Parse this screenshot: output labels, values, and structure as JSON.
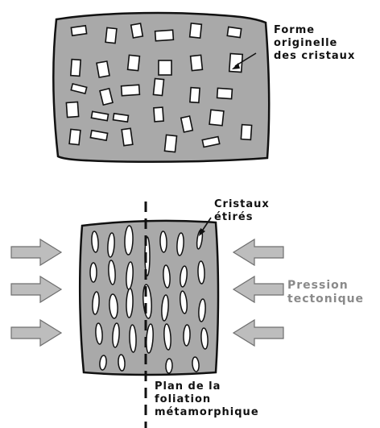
{
  "labels": {
    "forme": [
      "Forme",
      "originelle",
      "des cristaux"
    ],
    "cristaux": [
      "Cristaux",
      "étirés"
    ],
    "pression": [
      "Pression",
      "tectonique"
    ],
    "plan": [
      "Plan de la",
      "foliation",
      "métamorphique"
    ]
  },
  "colors": {
    "rock_fill": "#a9a9a9",
    "crystal_fill": "#ffffff",
    "stroke": "#111111",
    "arrow_fill": "#bdbdbd",
    "pression_text": "#8a8a8a"
  }
}
